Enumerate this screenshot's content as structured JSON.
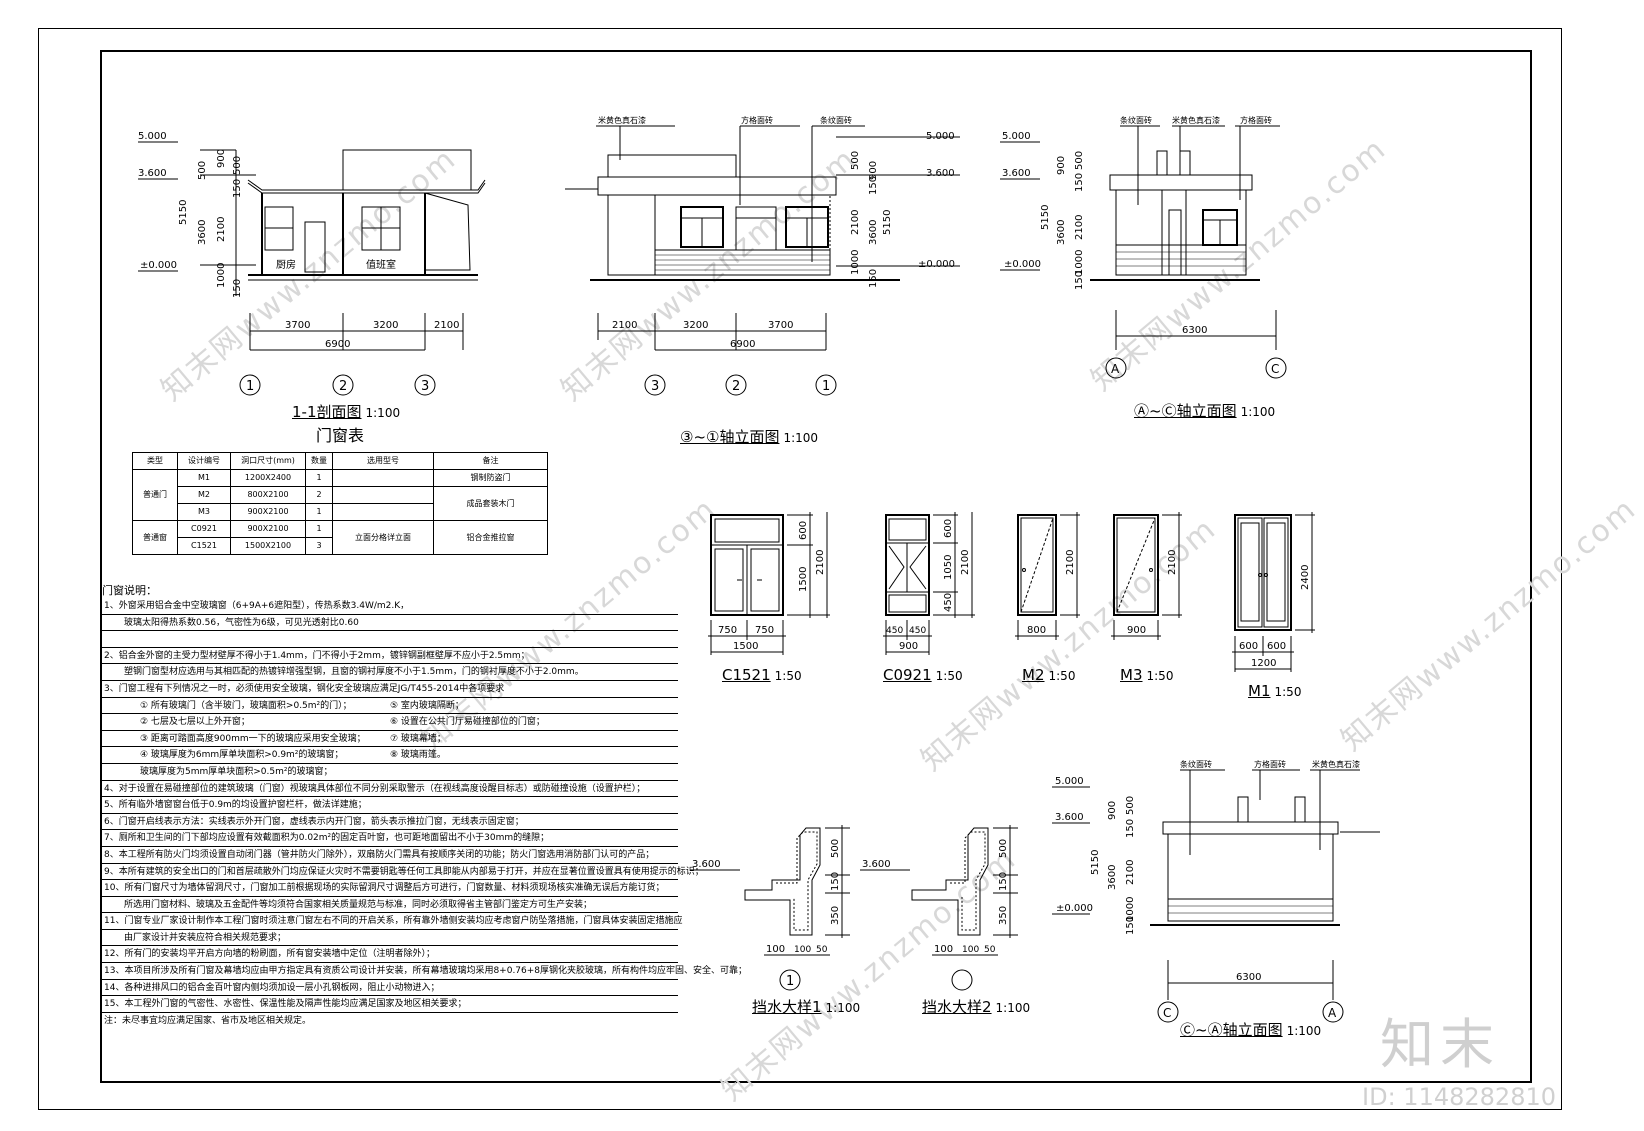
{
  "watermark": {
    "text": "知末网www.znzmo.com",
    "logo": "知末",
    "id_label": "ID: 1148282810"
  },
  "levels": {
    "top": "5.000",
    "roof": "3.600",
    "zero": "±0.000"
  },
  "dims": {
    "h_500": "500",
    "h_900": "900",
    "h_150": "150",
    "h_350": "350",
    "h_2100": "2100",
    "h_1000": "1000",
    "h_3600": "3600",
    "h_5150": "5150",
    "h_1500": "1500",
    "d_3700": "3700",
    "d_3200": "3200",
    "d_2100": "2100",
    "d_6900": "6900",
    "d_6300": "6300"
  },
  "axes": {
    "a1": "1",
    "a2": "2",
    "a3": "3",
    "aA": "A",
    "aC": "C"
  },
  "views": {
    "section": {
      "title": "1-1剖面图",
      "scale": "1:100",
      "room1": "厨房",
      "room2": "值班室"
    },
    "elev_31": {
      "title": "③~①轴立面图",
      "scale": "1:100",
      "callout1": "米黄色真石漆",
      "callout2": "方格面砖",
      "callout3": "条纹面砖"
    },
    "elev_AC": {
      "title": "Ⓐ~Ⓒ轴立面图",
      "scale": "1:100",
      "callout1": "条纹面砖",
      "callout2": "米黄色真石漆",
      "callout3": "方格面砖"
    },
    "elev_CA": {
      "title": "Ⓒ~Ⓐ轴立面图",
      "scale": "1:100",
      "callout1": "条纹面砖",
      "callout2": "方格面砖",
      "callout3": "米黄色真石漆"
    }
  },
  "details": {
    "d1": {
      "title": "挡水大样1",
      "scale": "1:100",
      "axis": "1"
    },
    "d2": {
      "title": "挡水大样2",
      "scale": "1:100"
    },
    "level": "3.600",
    "v500": "500",
    "v150": "150",
    "v350": "350",
    "v100": "100",
    "v50": "50"
  },
  "windows": {
    "c1521": {
      "label": "C1521",
      "scale": "1:50",
      "w1": "750",
      "w2": "750",
      "total": "1500",
      "h1": "600",
      "h2": "1500",
      "ht": "2100"
    },
    "c0921": {
      "label": "C0921",
      "scale": "1:50",
      "w1": "450",
      "w2": "450",
      "total": "900",
      "h1": "600",
      "h2": "1050",
      "h3": "450",
      "ht": "2100"
    },
    "m2": {
      "label": "M2",
      "scale": "1:50",
      "w": "800",
      "ht": "2100"
    },
    "m3": {
      "label": "M3",
      "scale": "1:50",
      "w": "900",
      "ht": "2100"
    },
    "m1": {
      "label": "M1",
      "scale": "1:50",
      "w1": "600",
      "w2": "600",
      "total": "1200",
      "ht": "2400"
    }
  },
  "door_window_table": {
    "title": "门窗表",
    "headers": [
      "类型",
      "设计编号",
      "洞口尺寸(mm)",
      "数量",
      "选用型号",
      "备注"
    ],
    "group1": "普通门",
    "group2": "普通窗",
    "rows": [
      [
        "M1",
        "1200X2400",
        "1"
      ],
      [
        "M2",
        "800X2100",
        "2"
      ],
      [
        "M3",
        "900X2100",
        "1"
      ],
      [
        "C0921",
        "900X2100",
        "1"
      ],
      [
        "C1521",
        "1500X2100",
        "3"
      ]
    ],
    "model_windows": "立面分格详立面",
    "remark_m1": "钢制防盗门",
    "remark_m23": "成品套装木门",
    "remark_windows": "铝合金推拉窗"
  },
  "notes": {
    "heading": "门窗说明：",
    "lines": [
      "1、外窗采用铝合金中空玻璃窗（6+9A+6遮阳型），传热系数3.4W/m2.K，",
      "玻璃太阳得热系数0.56，气密性为6级，可见光透射比0.60",
      "",
      "2、铝合金外窗的主受力型材壁厚不得小于1.4mm，门不得小于2mm，镀锌钢副框壁厚不应小于2.5mm；",
      "塑钢门窗型材应选用与其相匹配的热镀锌增强型钢，且窗的钢衬厚度不小于1.5mm，门的钢衬厚度不小于2.0mm。",
      "3、门窗工程有下列情况之一时，必须使用安全玻璃，钢化安全玻璃应满足JG/T455-2014中各项要求",
      "① 所有玻璃门（含半玻门，玻璃面积>0.5m²的门）；",
      "⑤ 室内玻璃隔断；",
      "② 七层及七层以上外开窗；",
      "⑥ 设置在公共门厅易碰撞部位的门窗；",
      "③ 距离可踏面高度900mm一下的玻璃应采用安全玻璃；",
      "⑦ 玻璃幕墙；",
      "④ 玻璃厚度为6mm厚单块面积>0.9m²的玻璃窗；",
      "⑧ 玻璃雨篷。",
      "玻璃厚度为5mm厚单块面积>0.5m²的玻璃窗；",
      "4、对于设置在易碰撞部位的建筑玻璃（门窗）视玻璃具体部位不同分别采取警示（在视线高度设醒目标志）或防碰撞设施（设置护栏）；",
      "5、所有临外墙窗窗台低于0.9m的均设置护窗栏杆，做法详建施；",
      "6、门窗开启线表示方法：实线表示外开门窗，虚线表示内开门窗，箭头表示推拉门窗，无线表示固定窗；",
      "7、厕所和卫生间的门下部均应设置有效截面积为0.02m²的固定百叶窗，也可距地面留出不小于30mm的缝隙；",
      "8、本工程所有防火门均须设置自动闭门器（管井防火门除外），双扇防火门需具有按顺序关闭的功能；防火门窗选用消防部门认可的产品；",
      "9、本所有建筑的安全出口的门和首层疏散外门均应保证火灾时不需要钥匙等任何工具即能从内部易于打开，并应在显著位置设置具有使用提示的标识；",
      "10、所有门窗尺寸为墙体留洞尺寸，门窗加工前根据现场的实际留洞尺寸调整后方可进行，门窗数量、材料须现场核实准确无误后方能订货；",
      "所选用门窗材料、玻璃及五金配件等均须符合国家相关质量规范与标准，同时必须取得省主管部门鉴定方可生产安装；",
      "11、门窗专业厂家设计制作本工程门窗时须注意门窗左右不同的开启关系，所有靠外墙侧安装均应考虑窗户防坠落措施，门窗具体安装固定措施应",
      "由厂家设计并安装应符合相关规范要求；",
      "12、所有门的安装均平开启方向墙的粉刷面，所有窗安装墙中定位（注明者除外）；",
      "13、本项目所涉及所有门窗及幕墙均应由甲方指定具有资质公司设计并安装，所有幕墙玻璃均采用8+0.76+8厚钢化夹胶玻璃，所有构件均应牢固、安全、可靠；",
      "14、各种进排风口的铝合金百叶窗内侧均须加设一层小孔钢板网，阻止小动物进入；",
      "15、本工程外门窗的气密性、水密性、保温性能及隔声性能均应满足国家及地区相关要求；",
      "注：未尽事宜均应满足国家、省市及地区相关规定。"
    ]
  }
}
